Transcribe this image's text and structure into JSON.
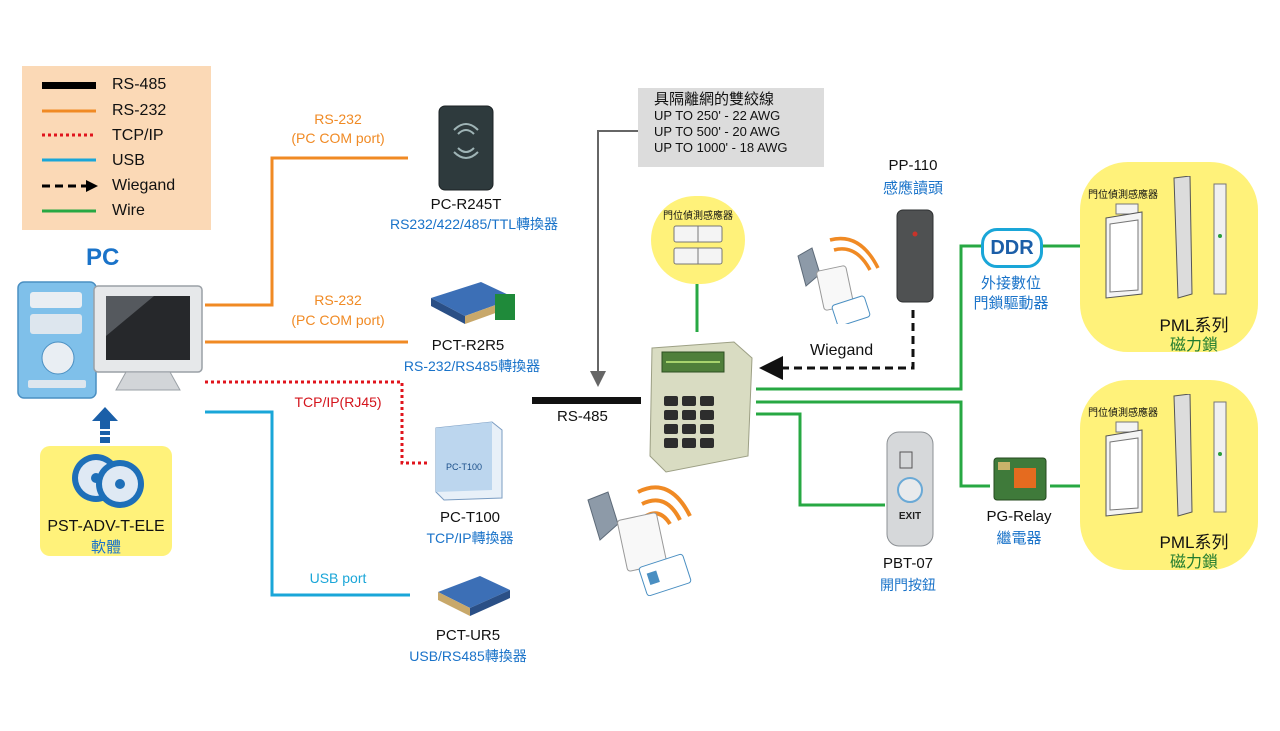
{
  "legend": {
    "items": [
      {
        "label": "RS-485",
        "color": "#000000"
      },
      {
        "label": "RS-232",
        "color": "#f08a24"
      },
      {
        "label": "TCP/IP",
        "color": "#e0141c"
      },
      {
        "label": "USB",
        "color": "#1aa6d8"
      },
      {
        "label": "Wiegand",
        "color": "#000000"
      },
      {
        "label": "Wire",
        "color": "#27a843"
      }
    ]
  },
  "note": {
    "title": "具隔離網的雙絞線",
    "lines": [
      "UP TO 250' - 22 AWG",
      "UP TO 500' - 20 AWG",
      "UP TO 1000' - 18 AWG"
    ]
  },
  "pc": {
    "label": "PC"
  },
  "software": {
    "name": "PST-ADV-T-ELE",
    "sub": "軟體"
  },
  "links": {
    "rs232_a": "RS-232",
    "rs232_a_sub": "(PC COM port)",
    "rs232_b": "RS-232",
    "rs232_b_sub": "(PC COM port)",
    "tcpip": "TCP/IP(RJ45)",
    "usb": "USB port",
    "rs485": "RS-485",
    "wiegand": "Wiegand"
  },
  "devices": {
    "pc_r245t": {
      "name": "PC-R245T",
      "desc": "RS232/422/485/TTL轉換器"
    },
    "pct_r2r5": {
      "name": "PCT-R2R5",
      "desc": "RS-232/RS485轉換器"
    },
    "pc_t100": {
      "name": "PC-T100",
      "desc": "TCP/IP轉換器"
    },
    "pct_ur5": {
      "name": "PCT-UR5",
      "desc": "USB/RS485轉換器"
    },
    "door_sensor": {
      "label": "門位偵測感應器"
    },
    "pp110": {
      "name": "PP-110",
      "desc": "感應讀頭"
    },
    "ddr": {
      "name": "DDR",
      "desc1": "外接數位",
      "desc2": "門鎖驅動器"
    },
    "pbt07": {
      "name": "PBT-07",
      "desc": "開門按鈕",
      "exit": "EXIT"
    },
    "pg_relay": {
      "name": "PG-Relay",
      "desc": "繼電器"
    },
    "pml_top": {
      "sensor": "門位偵測感應器",
      "name": "PML系列",
      "desc": "磁力鎖"
    },
    "pml_bottom": {
      "sensor": "門位偵測感應器",
      "name": "PML系列",
      "desc": "磁力鎖"
    }
  }
}
